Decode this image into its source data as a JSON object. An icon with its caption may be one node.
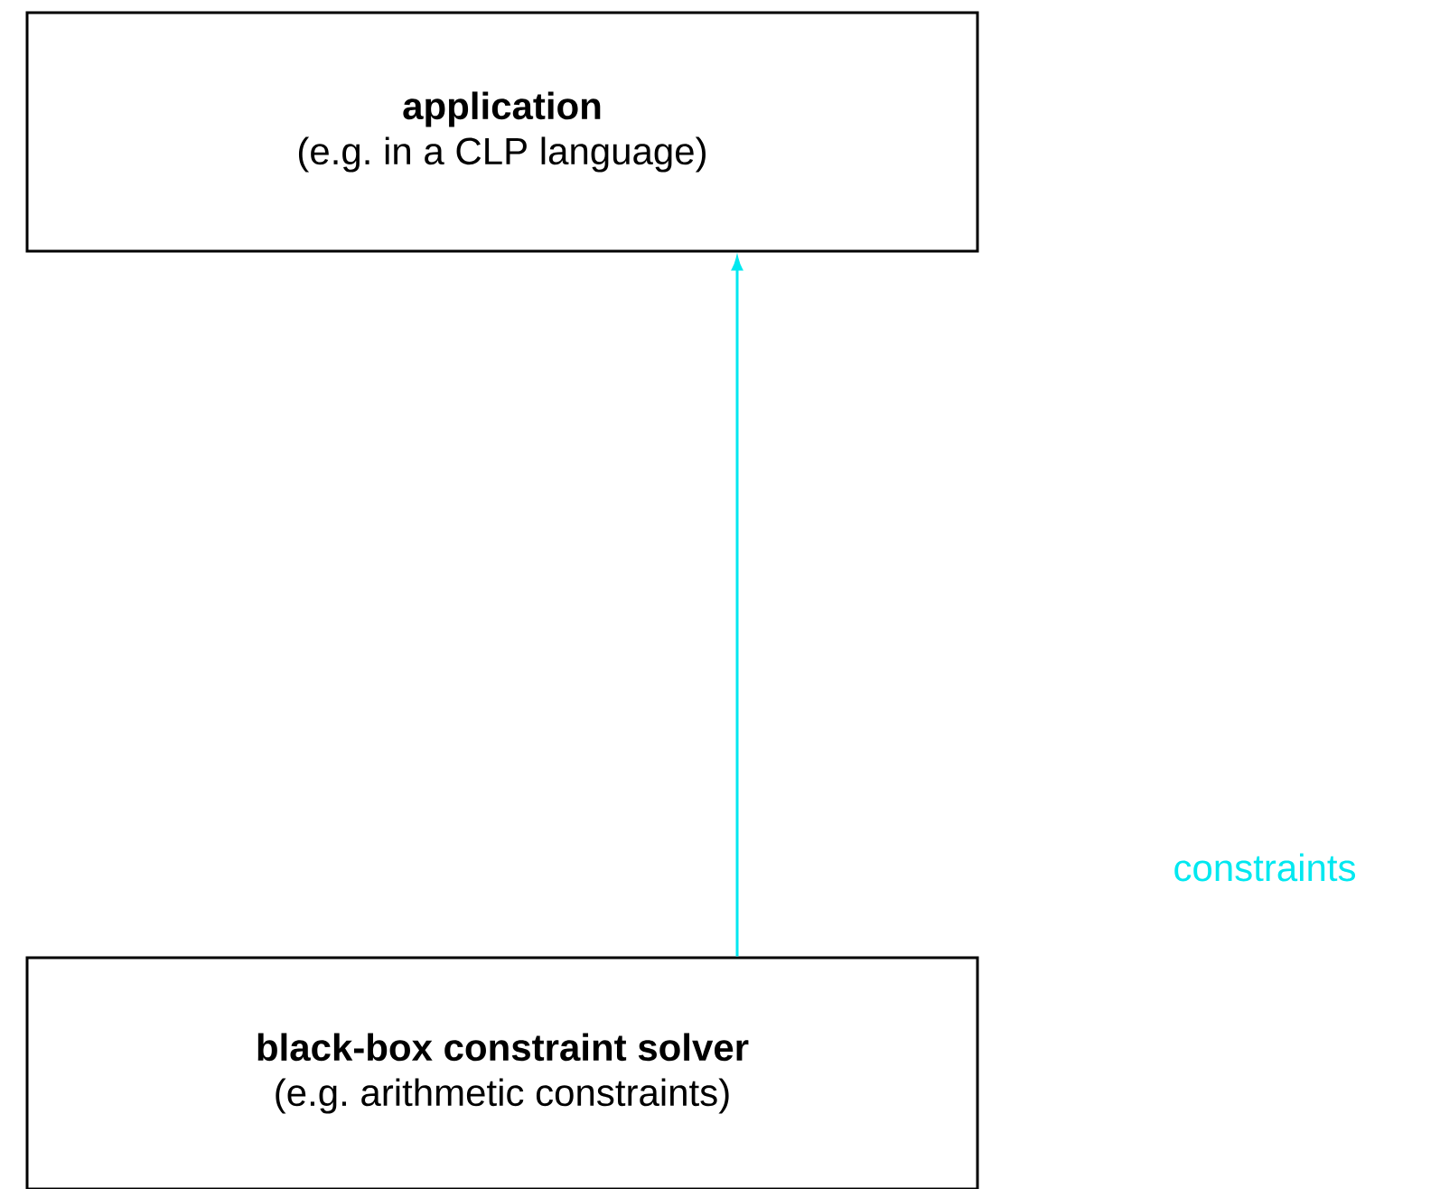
{
  "diagram": {
    "nodes": [
      {
        "text": [
          "application",
          "(e.g. in a CLP language)"
        ]
      },
      {
        "text": [
          "black-box constraint solver",
          "(e.g. arithmetic constraints)"
        ]
      }
    ],
    "edges": [
      {
        "from": 1,
        "to": 0,
        "arrow": "to",
        "color": "#00e8f0"
      }
    ],
    "labels": [
      "constraints"
    ]
  }
}
